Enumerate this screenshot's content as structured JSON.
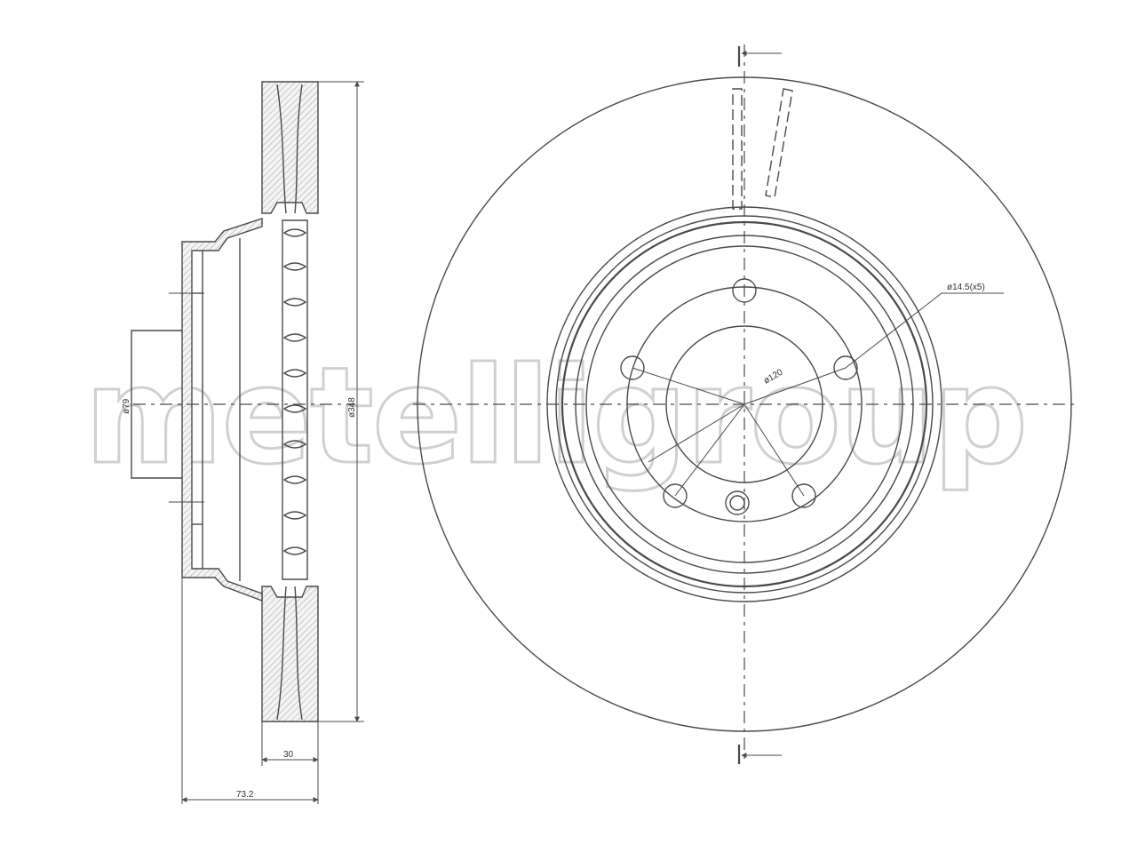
{
  "watermark": "metelligroup",
  "dimensions": {
    "thickness": "30",
    "overall_height": "73.2",
    "center_bore": "ø79",
    "outer_diameter": "ø348",
    "bolt_circle": "ø120",
    "bolt_holes": "ø14.5(x5)"
  },
  "colors": {
    "line": "#4a4a4a",
    "watermark": "#d0d0d0"
  },
  "icons": {
    "section_marker": "arrow-left-icon"
  }
}
